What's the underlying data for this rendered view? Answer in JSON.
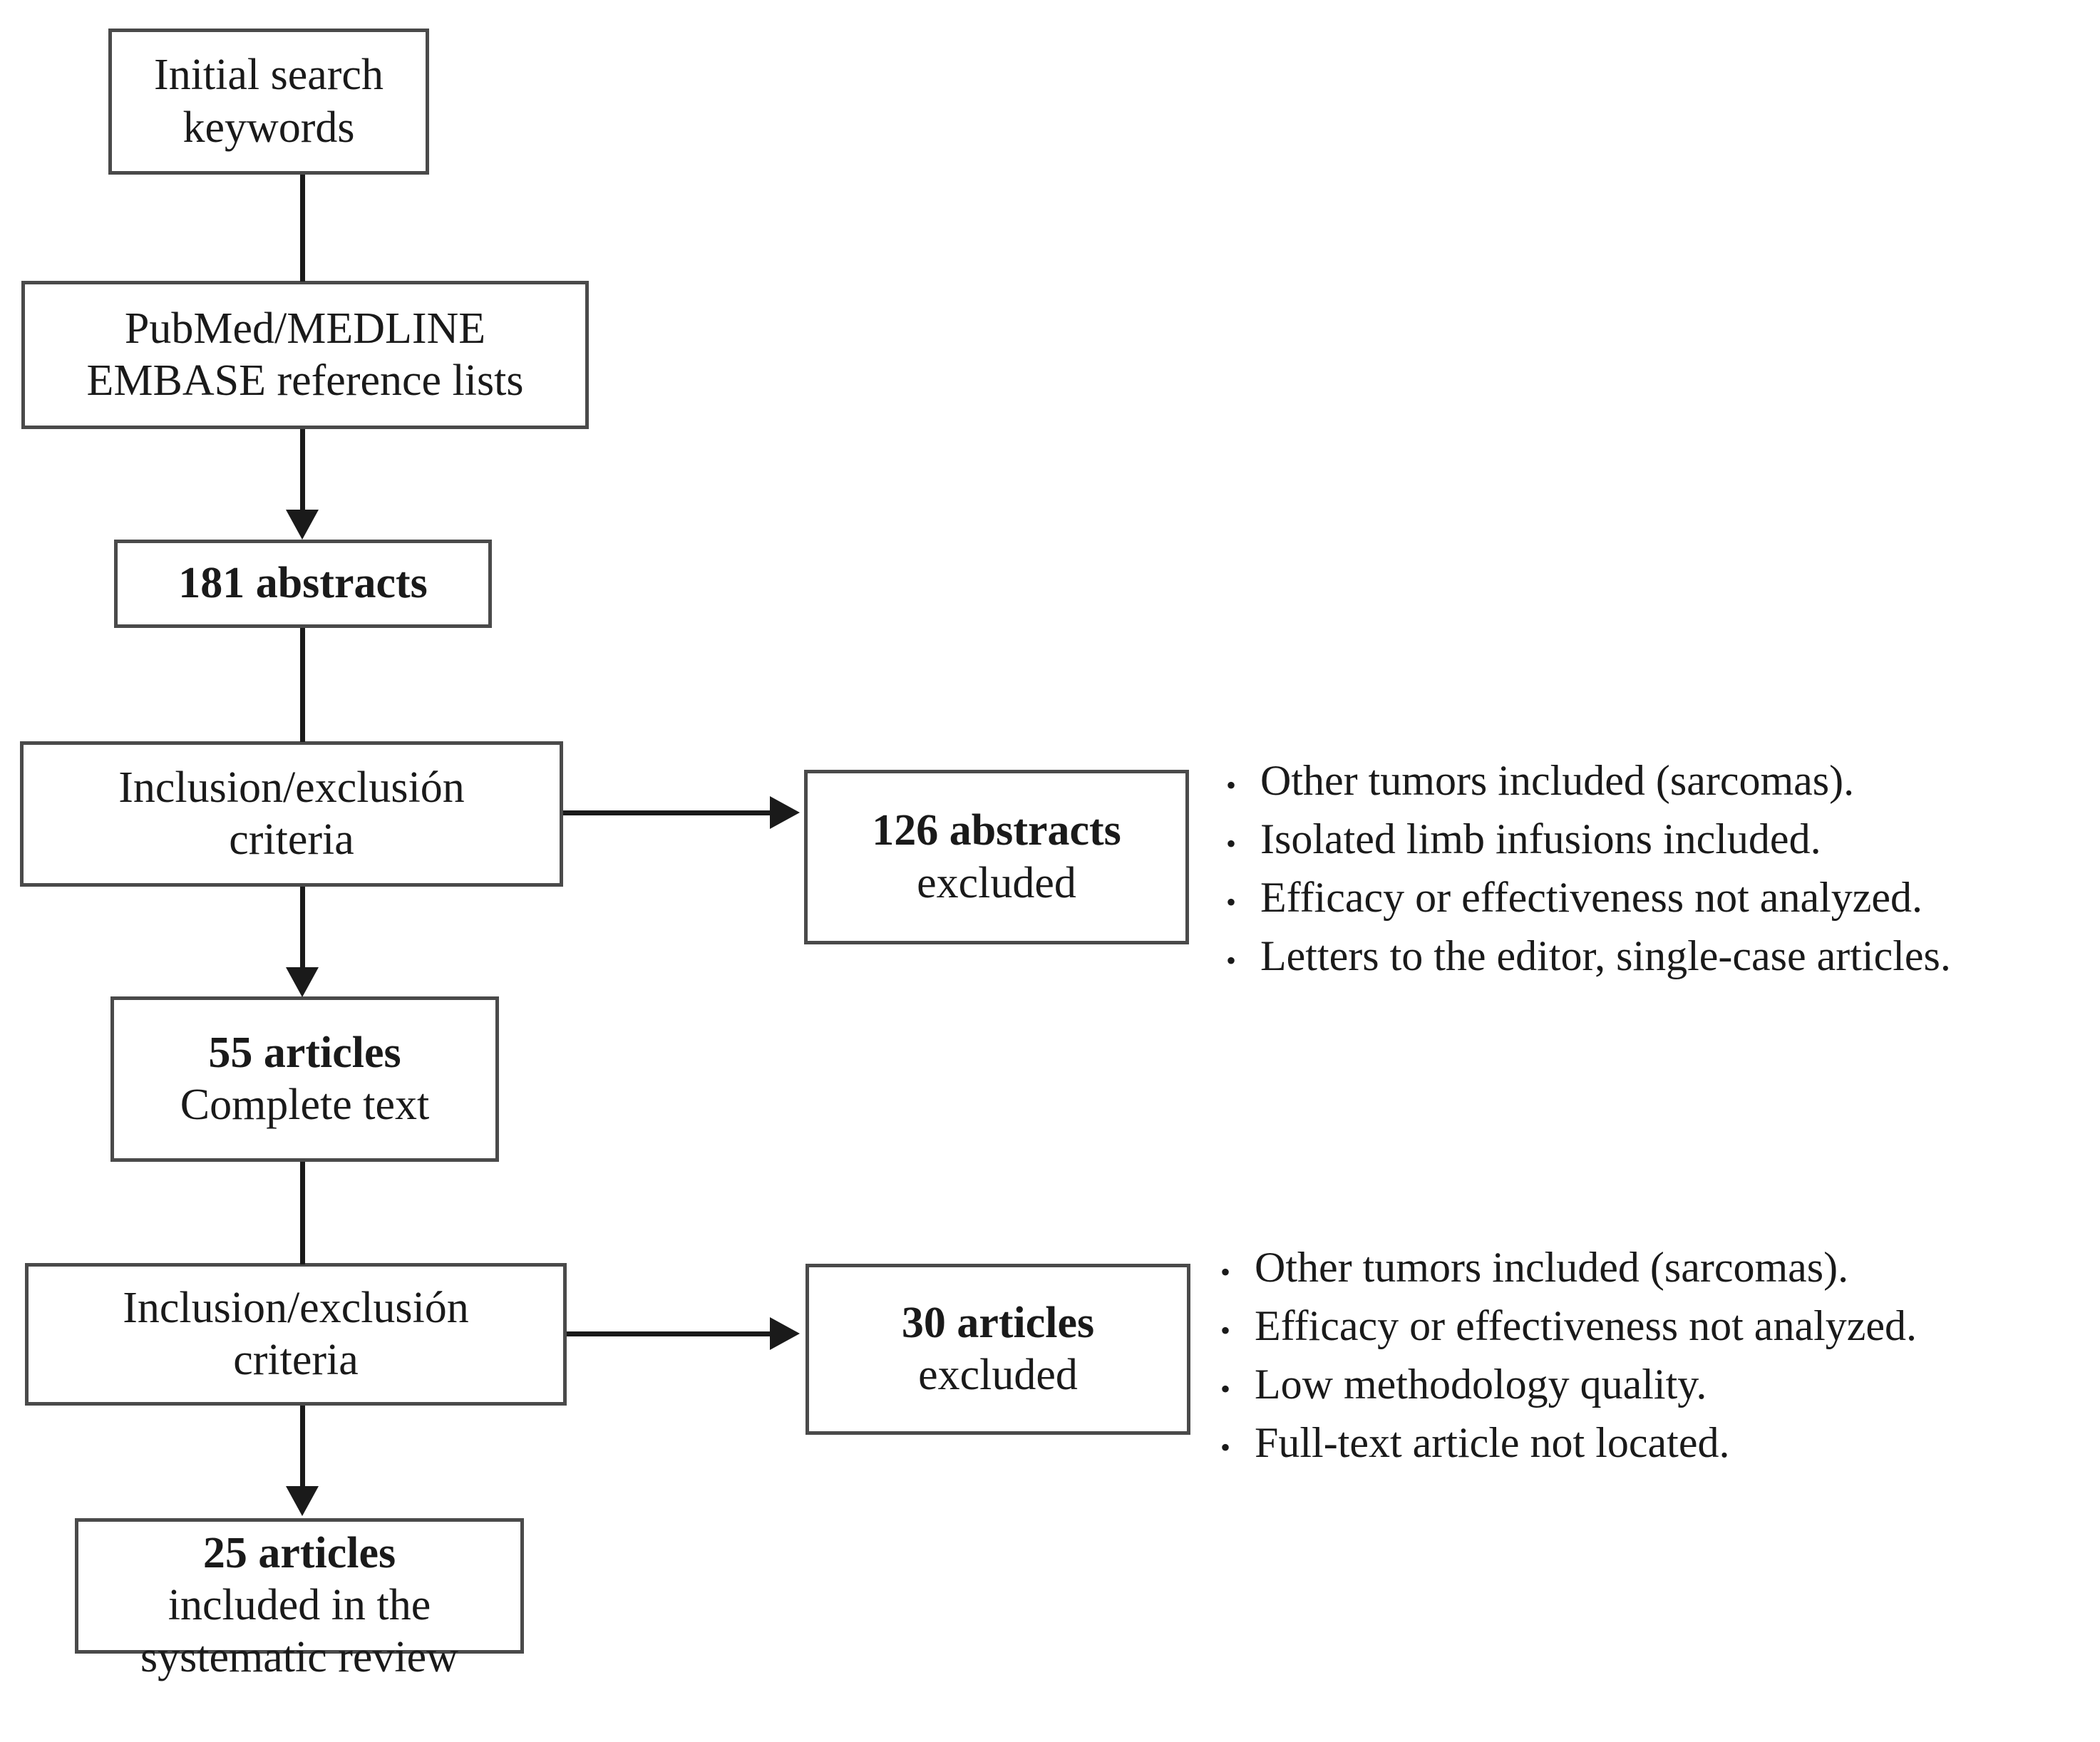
{
  "diagram": {
    "type": "prisma-flow-diagram",
    "nodes": [
      {
        "id": "initial-search",
        "lines": [
          {
            "text": "Initial search",
            "bold": false
          },
          {
            "text": "keywords",
            "bold": false
          }
        ]
      },
      {
        "id": "databases",
        "lines": [
          {
            "text": "PubMed/MEDLINE",
            "bold": false
          },
          {
            "text": "EMBASE reference lists",
            "bold": false
          }
        ]
      },
      {
        "id": "abstracts-181",
        "lines": [
          {
            "text": "181 abstracts",
            "bold": true
          }
        ]
      },
      {
        "id": "criteria-1",
        "lines": [
          {
            "text": "Inclusion/exclusión",
            "bold": false
          },
          {
            "text": "criteria",
            "bold": false
          }
        ]
      },
      {
        "id": "articles-55",
        "lines": [
          {
            "text": "55 articles",
            "bold": true
          },
          {
            "text": "Complete text",
            "bold": false
          }
        ]
      },
      {
        "id": "criteria-2",
        "lines": [
          {
            "text": "Inclusion/exclusión",
            "bold": false
          },
          {
            "text": "criteria",
            "bold": false
          }
        ]
      },
      {
        "id": "articles-25",
        "lines": [
          {
            "text": "25 articles",
            "bold": true
          },
          {
            "text": "included in the",
            "bold": false
          },
          {
            "text": "systematic review",
            "bold": false
          }
        ]
      },
      {
        "id": "excluded-126",
        "lines": [
          {
            "text": "126 abstracts",
            "bold": true
          },
          {
            "text": "excluded",
            "bold": false
          }
        ]
      },
      {
        "id": "excluded-30",
        "lines": [
          {
            "text": "30 articles",
            "bold": true
          },
          {
            "text": "excluded",
            "bold": false
          }
        ]
      }
    ],
    "exclusion_reasons_1": [
      "Other tumors included (sarcomas).",
      "Isolated limb infusions included.",
      "Efficacy or effectiveness not analyzed.",
      "Letters to the editor, single-case articles."
    ],
    "exclusion_reasons_2": [
      "Other tumors included (sarcomas).",
      "Efficacy or effectiveness not analyzed.",
      "Low methodology quality.",
      "Full-text article not located."
    ],
    "bullet_glyph": "•",
    "colors": {
      "box_border": "#4a4a4a",
      "connector": "#1a1a1a",
      "text": "#1a1a1a",
      "background": "#ffffff"
    }
  }
}
